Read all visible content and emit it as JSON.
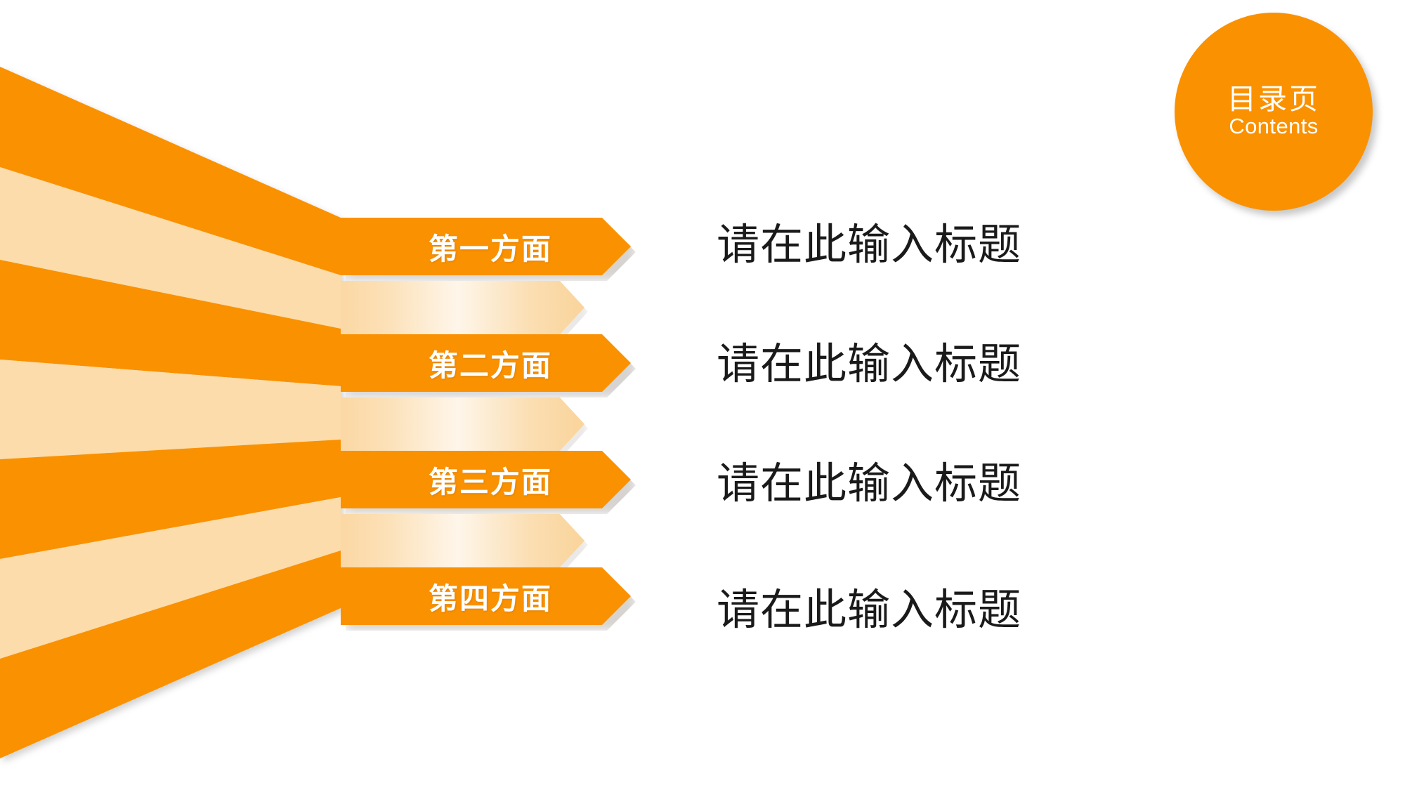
{
  "slide": {
    "background_color": "#FFFFFF",
    "accent_color": "#FA9100",
    "accent_light_color": "#FCDCAA",
    "title_text_color": "#1A1A1A"
  },
  "badge": {
    "title_cn": "目录页",
    "title_en": "Contents",
    "fill_color": "#FA9100",
    "text_color": "#FFFFFF"
  },
  "items": [
    {
      "tab_label": "第一方面",
      "title": "请在此输入标题"
    },
    {
      "tab_label": "第二方面",
      "title": "请在此输入标题"
    },
    {
      "tab_label": "第三方面",
      "title": "请在此输入标题"
    },
    {
      "tab_label": "第四方面",
      "title": "请在此输入标题"
    }
  ]
}
